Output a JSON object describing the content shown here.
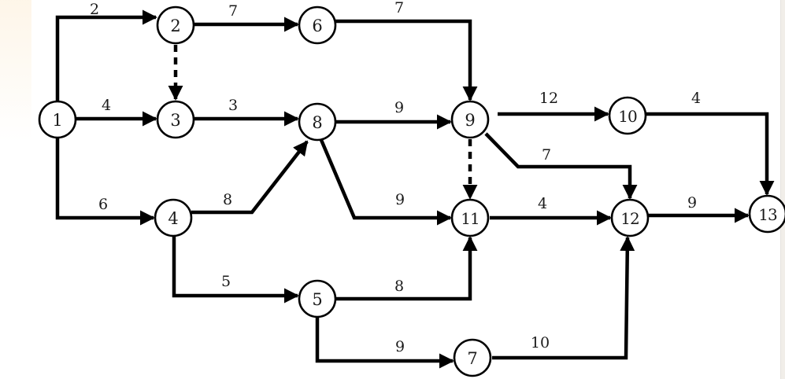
{
  "diagram": {
    "type": "activity-on-arrow network",
    "nodes": [
      {
        "id": "1",
        "label": "1"
      },
      {
        "id": "2",
        "label": "2"
      },
      {
        "id": "3",
        "label": "3"
      },
      {
        "id": "4",
        "label": "4"
      },
      {
        "id": "5",
        "label": "5"
      },
      {
        "id": "6",
        "label": "6"
      },
      {
        "id": "7",
        "label": "7"
      },
      {
        "id": "8",
        "label": "8"
      },
      {
        "id": "9",
        "label": "9"
      },
      {
        "id": "10",
        "label": "10"
      },
      {
        "id": "11",
        "label": "11"
      },
      {
        "id": "12",
        "label": "12"
      },
      {
        "id": "13",
        "label": "13"
      }
    ],
    "edges": [
      {
        "from": "1",
        "to": "2",
        "duration": "2",
        "style": "solid"
      },
      {
        "from": "1",
        "to": "3",
        "duration": "4",
        "style": "solid"
      },
      {
        "from": "1",
        "to": "4",
        "duration": "6",
        "style": "solid"
      },
      {
        "from": "2",
        "to": "6",
        "duration": "7",
        "style": "solid"
      },
      {
        "from": "2",
        "to": "3",
        "duration": "",
        "style": "dashed"
      },
      {
        "from": "3",
        "to": "8",
        "duration": "3",
        "style": "solid"
      },
      {
        "from": "4",
        "to": "8",
        "duration": "8",
        "style": "solid"
      },
      {
        "from": "4",
        "to": "5",
        "duration": "5",
        "style": "solid"
      },
      {
        "from": "6",
        "to": "9",
        "duration": "7",
        "style": "solid"
      },
      {
        "from": "8",
        "to": "9",
        "duration": "9",
        "style": "solid"
      },
      {
        "from": "8",
        "to": "11",
        "duration": "9",
        "style": "solid"
      },
      {
        "from": "5",
        "to": "11",
        "duration": "8",
        "style": "solid"
      },
      {
        "from": "5",
        "to": "7",
        "duration": "9",
        "style": "solid"
      },
      {
        "from": "9",
        "to": "10",
        "duration": "12",
        "style": "solid"
      },
      {
        "from": "9",
        "to": "12",
        "duration": "7",
        "style": "solid"
      },
      {
        "from": "9",
        "to": "11",
        "duration": "",
        "style": "dashed"
      },
      {
        "from": "10",
        "to": "13",
        "duration": "4",
        "style": "solid"
      },
      {
        "from": "11",
        "to": "12",
        "duration": "4",
        "style": "solid"
      },
      {
        "from": "7",
        "to": "12",
        "duration": "10",
        "style": "solid"
      },
      {
        "from": "12",
        "to": "13",
        "duration": "9",
        "style": "solid"
      }
    ]
  }
}
